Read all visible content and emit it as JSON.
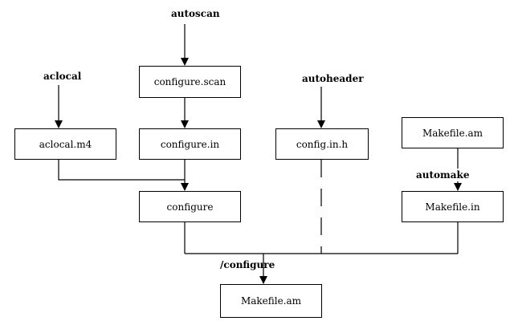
{
  "nodes": {
    "configure_scan": "configure.scan",
    "aclocal_m4": "aclocal.m4",
    "configure_in": "configure.in",
    "config_in_h": "config.in.h",
    "makefile_am_top": "Makefile.am",
    "configure": "configure",
    "makefile_in": "Makefile.in",
    "makefile_am_bottom": "Makefile.am"
  },
  "labels": {
    "autoscan": "autoscan",
    "aclocal": "aclocal",
    "autoheader": "autoheader",
    "automake": "automake",
    "configure_step": "/configure"
  }
}
